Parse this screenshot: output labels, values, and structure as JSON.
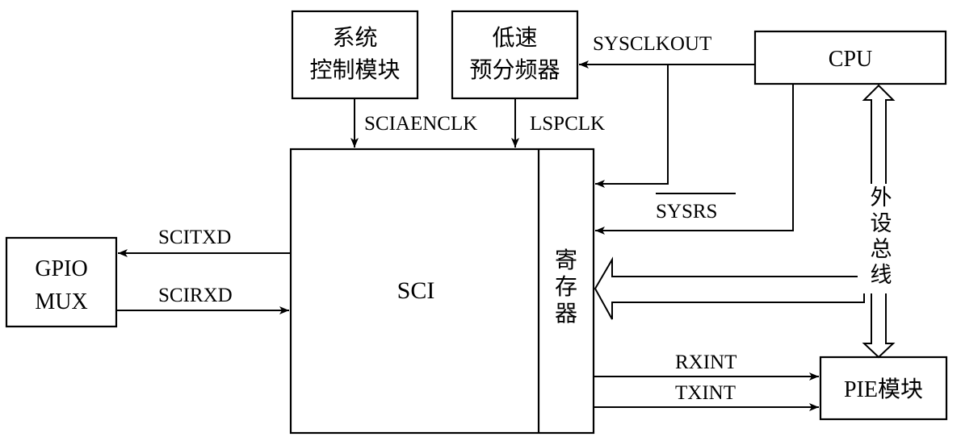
{
  "blocks": {
    "sys_ctrl": [
      "系统",
      "控制模块"
    ],
    "lsp_prescaler": [
      "低速",
      "预分频器"
    ],
    "cpu": "CPU",
    "gpio_mux": [
      "GPIO",
      "MUX"
    ],
    "sci": "SCI",
    "registers": [
      "寄",
      "存",
      "器"
    ],
    "pie": "PIE模块"
  },
  "signals": {
    "sysclkout": "SYSCLKOUT",
    "sciaenclk": "SCIAENCLK",
    "lspclk": "LSPCLK",
    "sysrs": "SYSRS",
    "scitxd": "SCITXD",
    "scirxd": "SCIRXD",
    "rxint": "RXINT",
    "txint": "TXINT",
    "peripheral_bus": [
      "外",
      "设",
      "总",
      "线"
    ]
  }
}
